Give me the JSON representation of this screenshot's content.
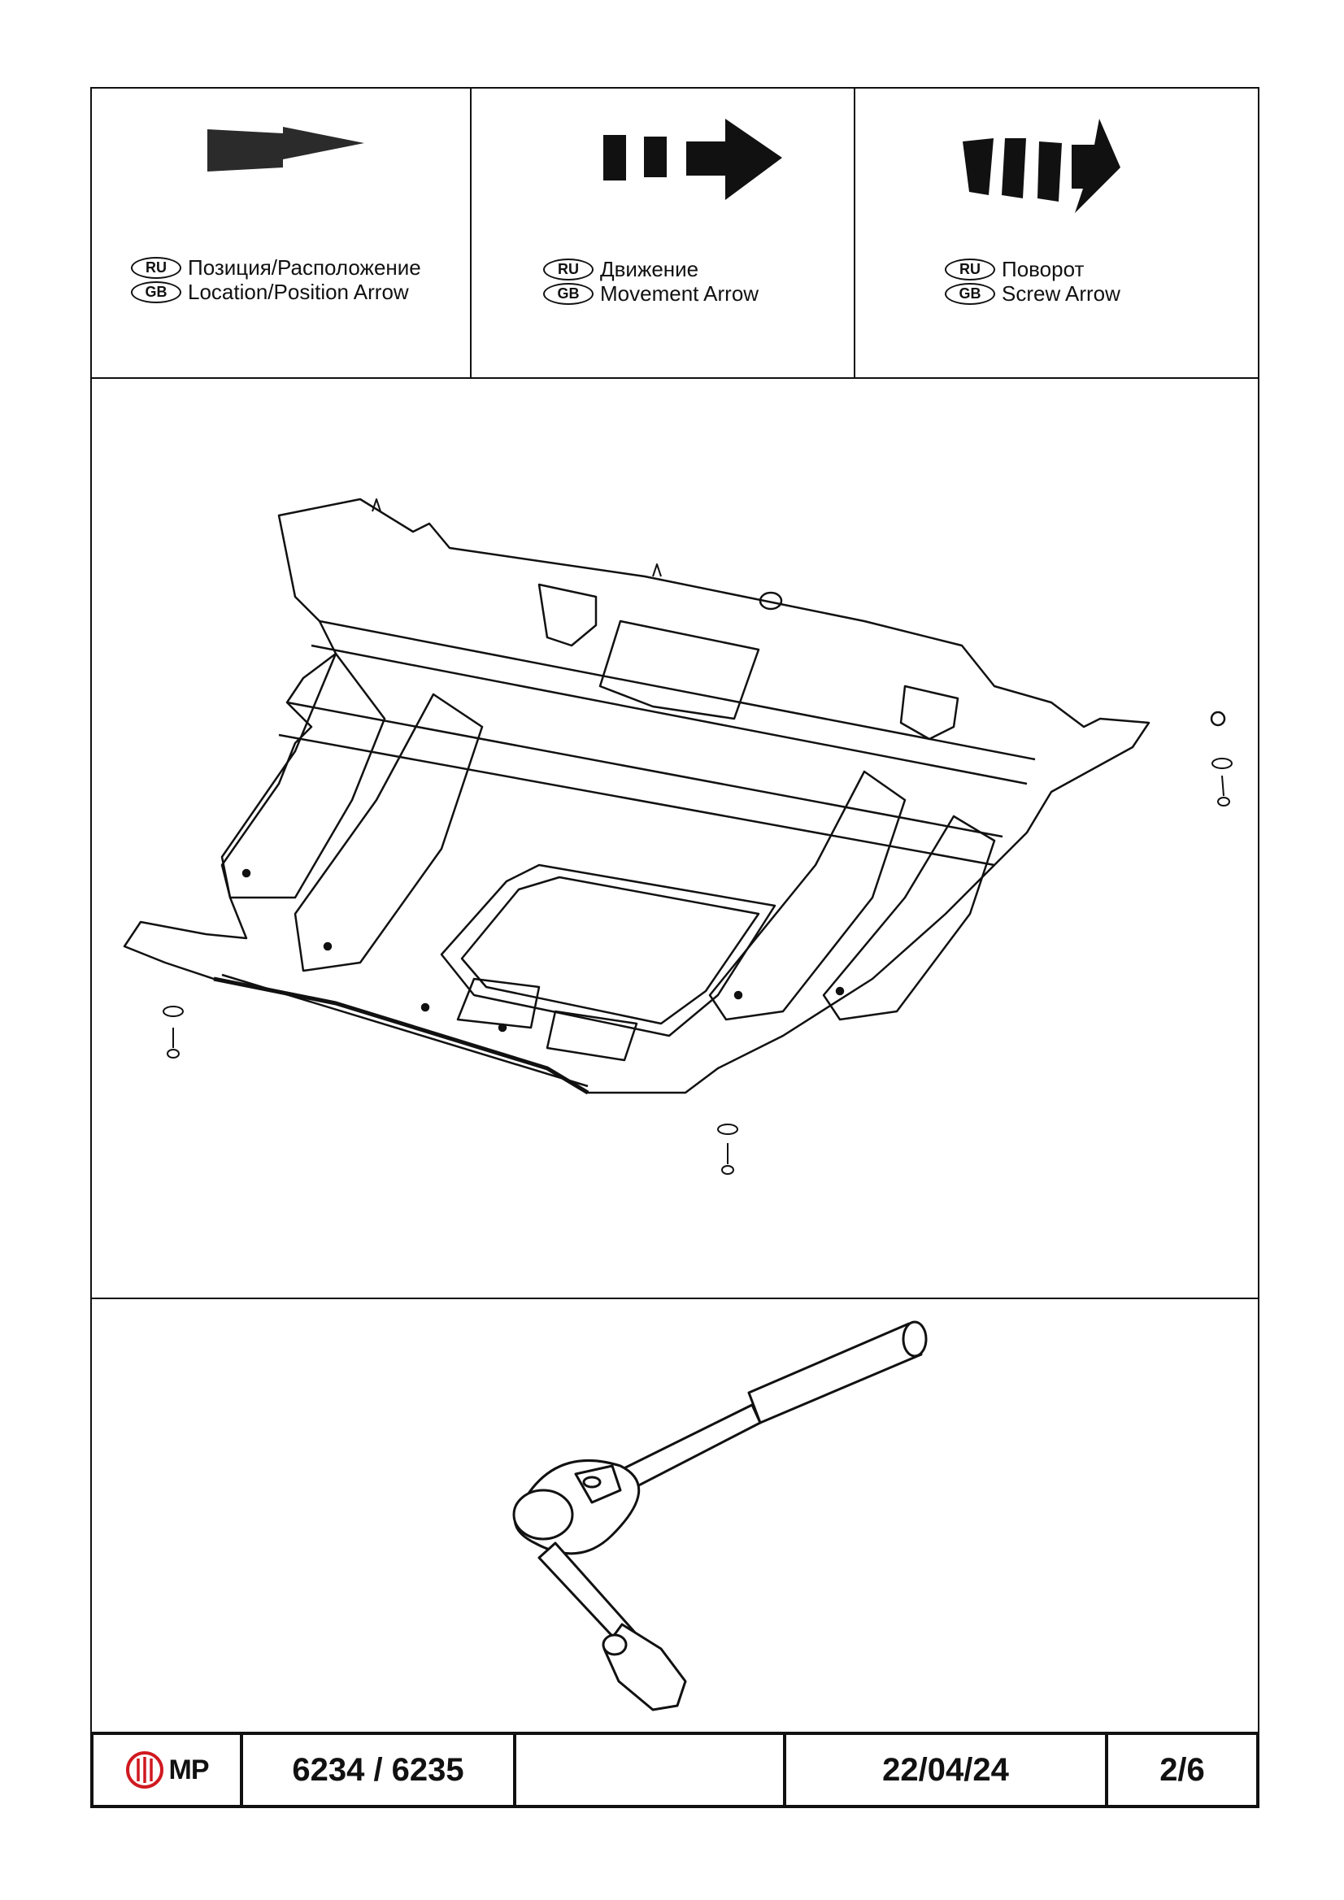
{
  "legend": [
    {
      "ru_badge": "RU",
      "ru_text": "Позиция/Расположение",
      "gb_badge": "GB",
      "gb_text": "Location/Position Arrow",
      "icon": "location-arrow-icon"
    },
    {
      "ru_badge": "RU",
      "ru_text": "Движение",
      "gb_badge": "GB",
      "gb_text": "Movement Arrow",
      "icon": "movement-arrow-icon"
    },
    {
      "ru_badge": "RU",
      "ru_text": "Поворот",
      "gb_badge": "GB",
      "gb_text": "Screw Arrow",
      "icon": "screw-arrow-icon"
    }
  ],
  "footer": {
    "logo_text": "MP",
    "part_number": "6234 / 6235",
    "blank": "",
    "date": "22/04/24",
    "page": "2/6"
  },
  "colors": {
    "ink": "#111111",
    "logo_red": "#d01920",
    "arrow_dark": "#2b2b2b"
  }
}
